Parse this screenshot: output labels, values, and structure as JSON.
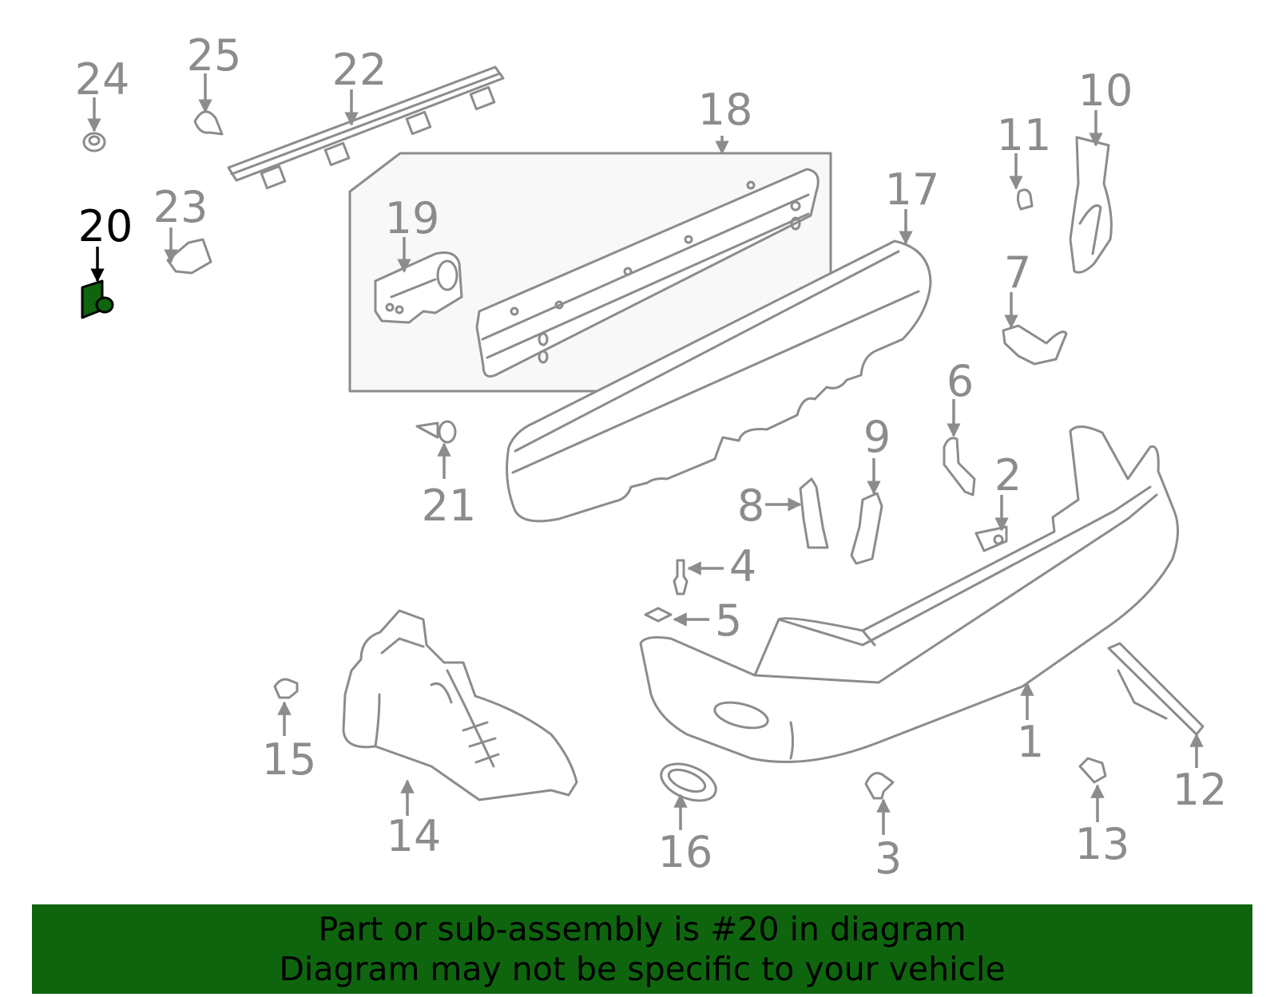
{
  "diagram": {
    "highlight_color": "#0e650e",
    "label_color": "#8c8c8c",
    "highlight_label_color": "#000000",
    "highlighted_part": "20",
    "callouts": [
      "1",
      "2",
      "3",
      "4",
      "5",
      "6",
      "7",
      "8",
      "9",
      "10",
      "11",
      "12",
      "13",
      "14",
      "15",
      "16",
      "17",
      "18",
      "19",
      "20",
      "21",
      "22",
      "23",
      "24",
      "25"
    ]
  },
  "banner": {
    "line1": "Part or sub-assembly is #20 in diagram",
    "line2": "Diagram may not be specific to your vehicle",
    "background": "#0e650e"
  }
}
